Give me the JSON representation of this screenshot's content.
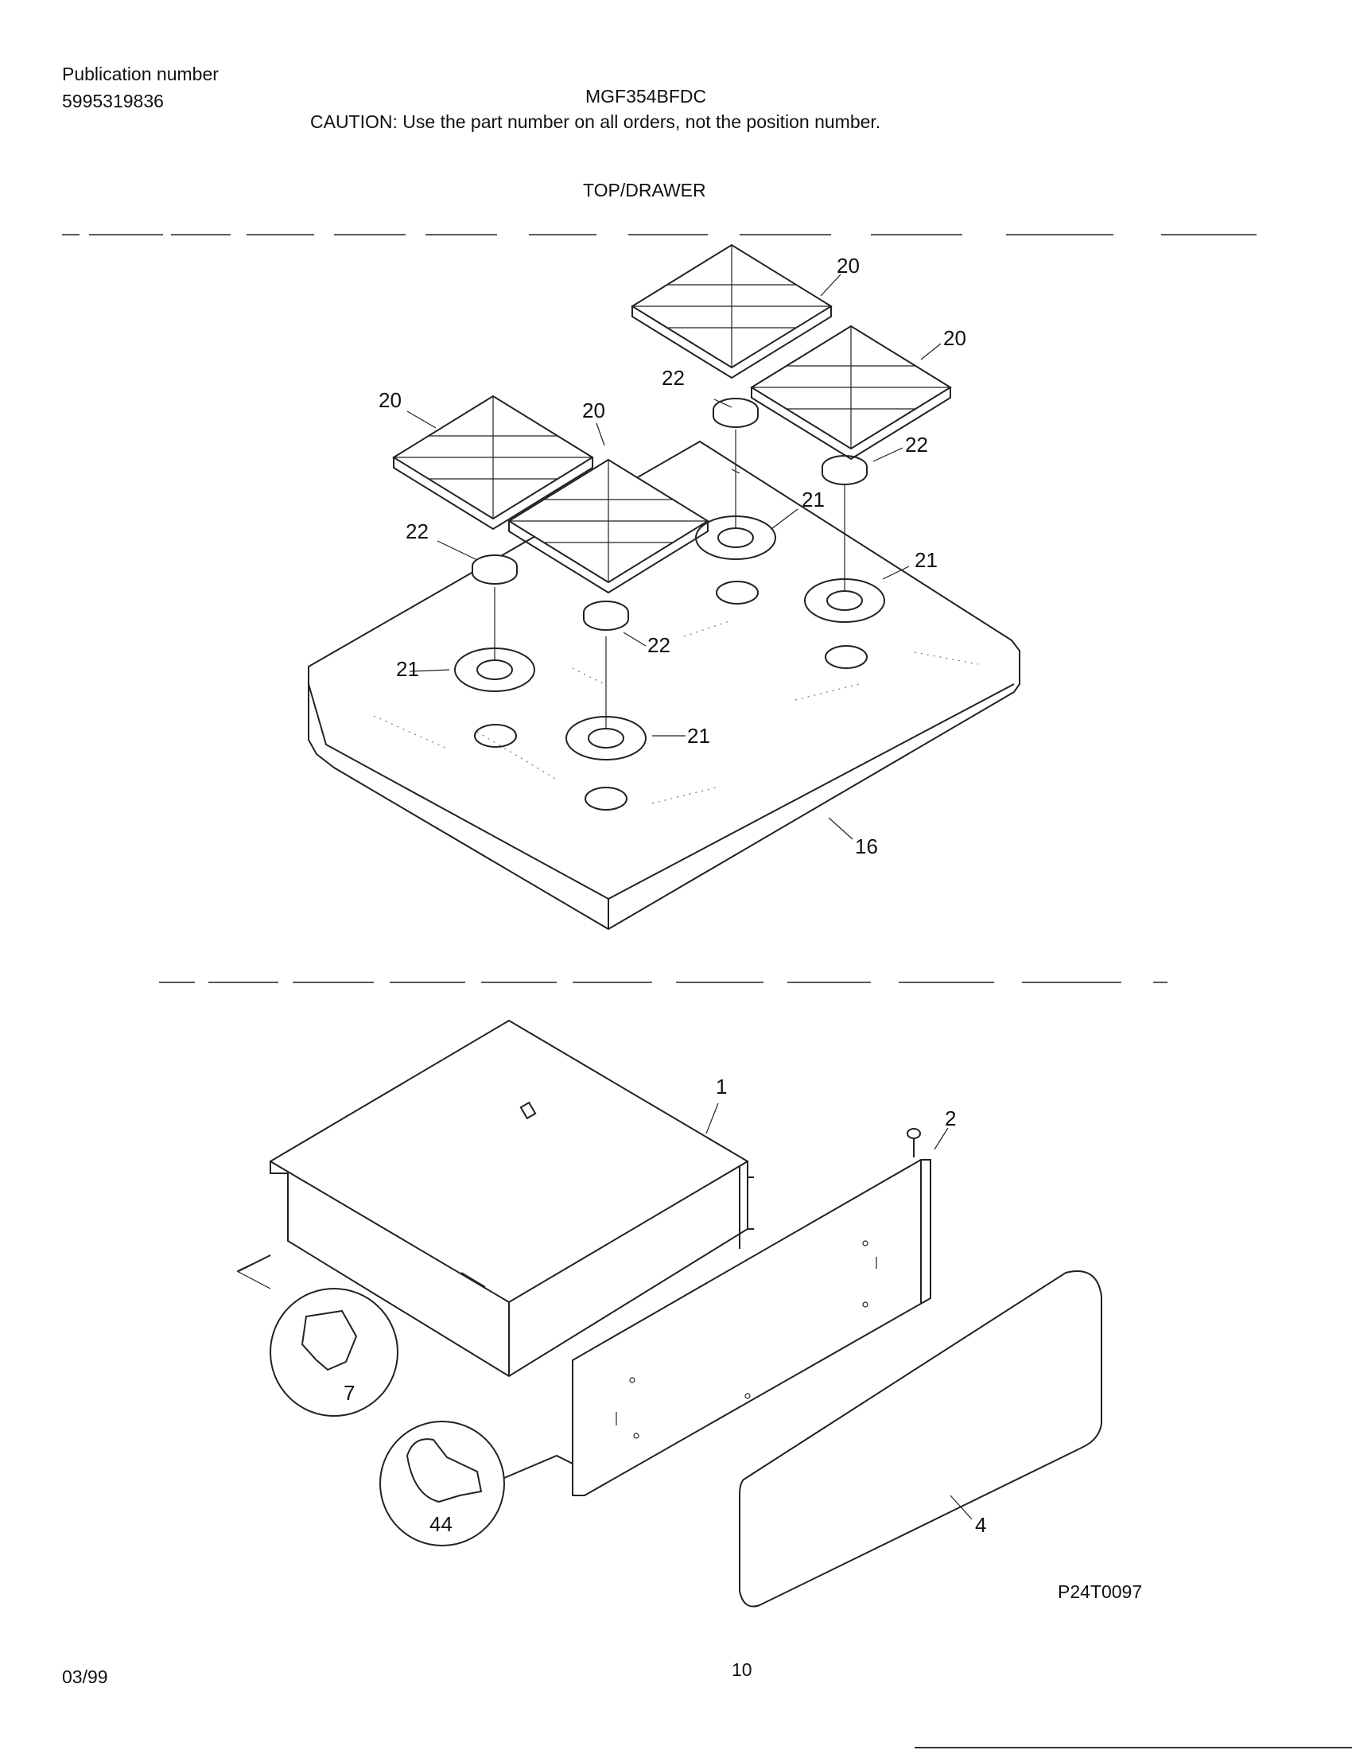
{
  "header": {
    "publication_label": "Publication number",
    "publication_number": "5995319836",
    "model": "MGF354BFDC",
    "caution": "CAUTION:  Use the part number on all orders, not the position number.",
    "section_title": "TOP/DRAWER"
  },
  "top_section": {
    "callouts": {
      "grate_back_left": "20",
      "grate_back_right": "20",
      "grate_front_left": "20",
      "grate_front_right": "20",
      "cap_back_left": "22",
      "cap_back_right": "22",
      "cap_front_left": "22",
      "cap_front_right": "22",
      "ring_back_left": "21",
      "ring_back_right": "21",
      "ring_front_left": "21",
      "ring_front_right": "21",
      "cooktop": "16"
    }
  },
  "drawer_section": {
    "callouts": {
      "drawer_body": "1",
      "screw": "2",
      "drawer_panel": "4",
      "clip_detail": "7",
      "bolt_detail": "44"
    },
    "diagram_code": "P24T0097"
  },
  "footer": {
    "date": "03/99",
    "page_number": "10"
  }
}
